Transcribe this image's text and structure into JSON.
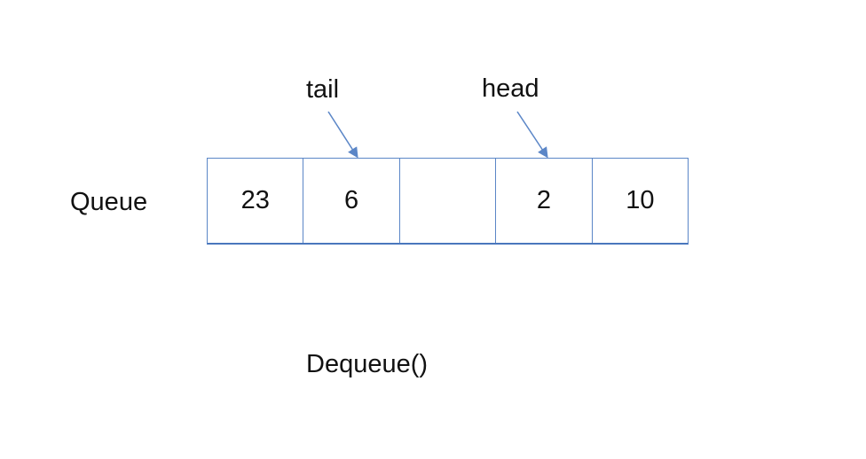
{
  "diagram": {
    "queue_label": "Queue",
    "pointers": {
      "tail": "tail",
      "head": "head"
    },
    "cells": [
      "23",
      "6",
      "",
      "2",
      "10"
    ],
    "operation": "Dequeue()",
    "colors": {
      "box_border": "#5b86c7",
      "arrow": "#5b86c7",
      "text": "#111111"
    }
  }
}
